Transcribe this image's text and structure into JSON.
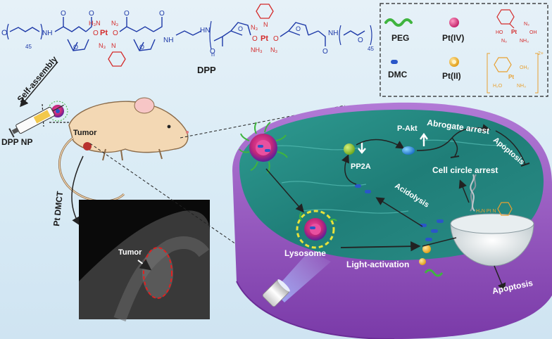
{
  "polymer": {
    "name": "DPP",
    "subscripts": {
      "peg_left": "45",
      "peg_right": "45",
      "repeat": "n"
    },
    "atoms": {
      "o": "O",
      "nh": "NH",
      "hn": "HN",
      "n3": "N₃",
      "h3n": "H₃N",
      "nh3": "NH₃",
      "pt": "Pt",
      "n": "N"
    }
  },
  "legend": {
    "items": [
      {
        "label": "PEG",
        "icon": "peg-wave-icon",
        "color": "#3fb43f"
      },
      {
        "label": "Pt(IV)",
        "icon": "pt-iv-sphere-icon",
        "color": "#e0307a"
      },
      {
        "label": "DMC",
        "icon": "dmc-capsule-icon",
        "color": "#2a56c8"
      },
      {
        "label": "Pt(II)",
        "icon": "pt-ii-sphere-icon",
        "color": "#f2b01e"
      }
    ],
    "pt_iv_structure": {
      "oh": "OH",
      "ho": "HO",
      "n3": "N₃",
      "nh3": "NH₃",
      "pt": "Pt"
    },
    "pt_ii_structure": {
      "oh2_a": "OH₂",
      "h2o": "H₂O",
      "nh3": "NH₃",
      "pt": "Pt",
      "charge": "2+"
    }
  },
  "labels": {
    "self_assembly": "Self-assembly",
    "dpp_np": "DPP NP",
    "tumor_mouse": "Tumor",
    "pt_dmct": "Pt DMCT",
    "tumor_ct": "Tumor",
    "lysosome": "Lysosome",
    "light_activation": "Light-activation",
    "acidolysis": "Acidolysis",
    "pp2a": "PP2A",
    "p_akt": "P-Akt",
    "abrogate_arrest": "Abrogate arrest",
    "apoptosis_top": "Apoptosis",
    "cell_cycle_arrest": "Cell circle arrest",
    "apoptosis_bottom": "Apoptosis",
    "complex_atoms": "H₃N  Pt  N"
  },
  "colors": {
    "pt_iv_red": "#d42a2a",
    "backbone_blue": "#1e3aa8",
    "cell_teal": "#2a8a84",
    "cell_membrane": "#9a5cc8",
    "peg_green": "#3fb43f",
    "dmc_blue": "#2a56c8",
    "pt_ii_yellow": "#f2b01e",
    "mouse_tan": "#f3d8b4",
    "tumor_red": "#b8322f"
  }
}
